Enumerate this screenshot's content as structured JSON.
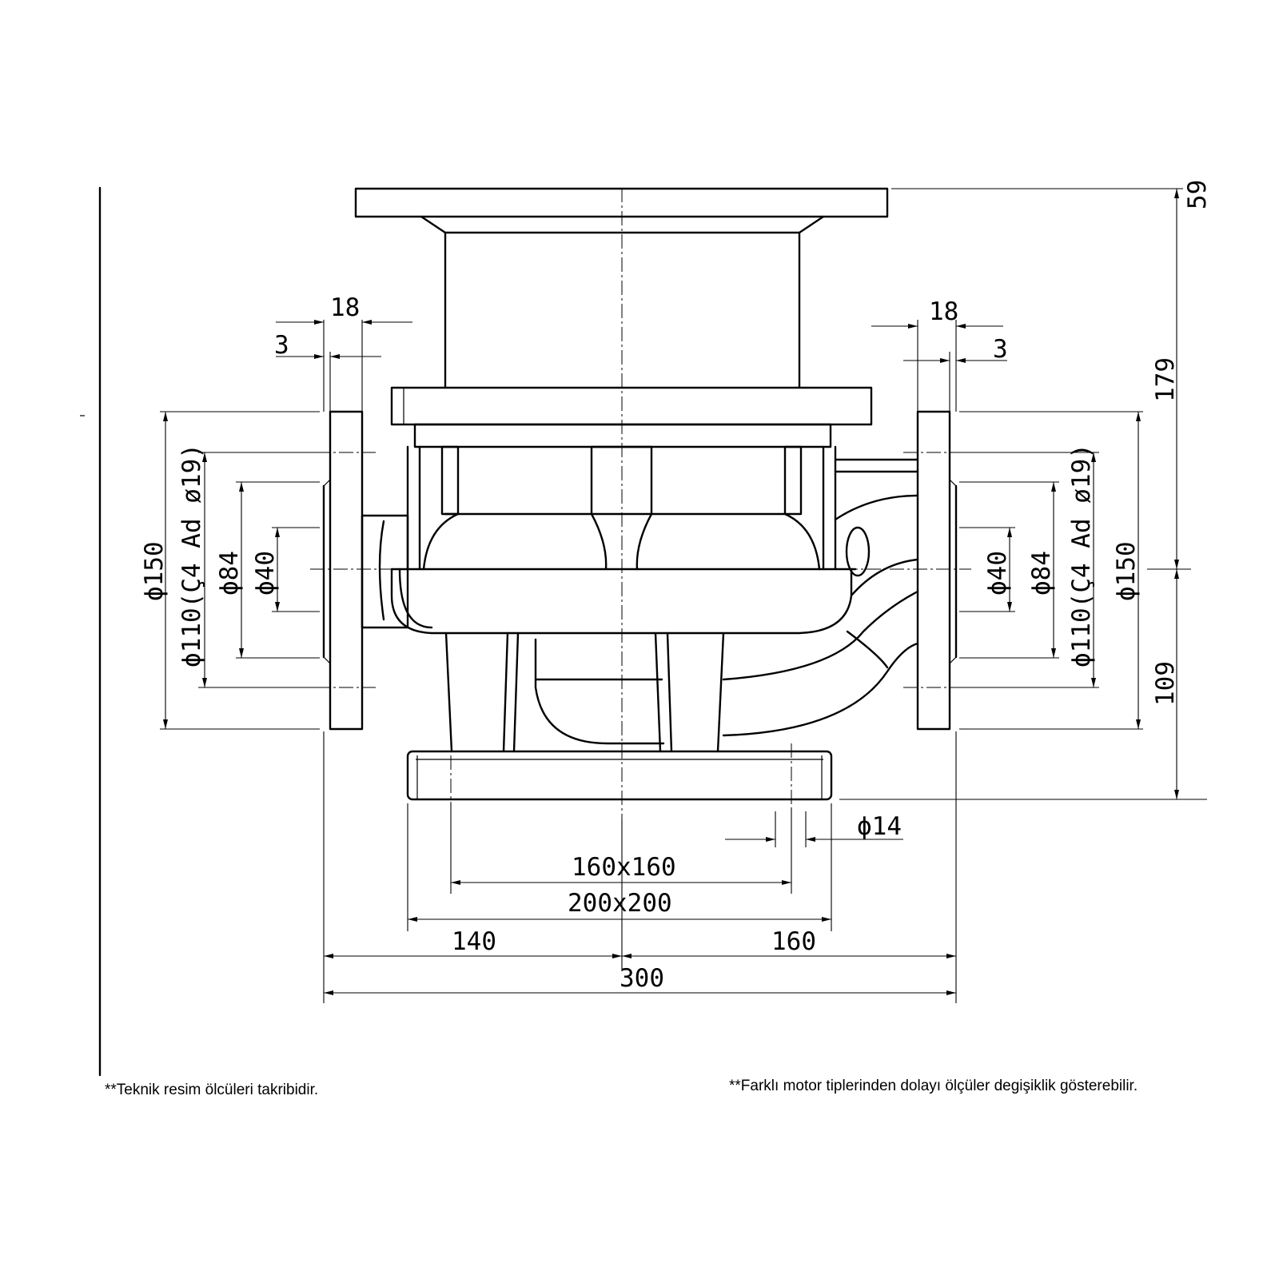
{
  "dimensions": {
    "top_left_18": "18",
    "top_left_3": "3",
    "top_right_18": "18",
    "top_right_3": "3",
    "left_d150": "ϕ150",
    "left_d110": "ϕ110(Ç4 Ad ø19)",
    "left_d84": "ϕ84",
    "left_d40": "ϕ40",
    "right_d40": "ϕ40",
    "right_d84": "ϕ84",
    "right_d110": "ϕ110(Ç4 Ad ø19)",
    "right_d150": "ϕ150",
    "height_upper": "179",
    "height_lower": "109",
    "height_top_partial": "59",
    "hole_d14": "ϕ14",
    "base_160": "160x160",
    "base_200": "200x200",
    "width_left": "140",
    "width_right": "160",
    "width_total": "300"
  },
  "notes": {
    "left": "**Teknik resim ölcüleri takribidir.",
    "right": "**Farklı motor tiplerinden dolayı ölçüler degişiklik gösterebilir."
  }
}
